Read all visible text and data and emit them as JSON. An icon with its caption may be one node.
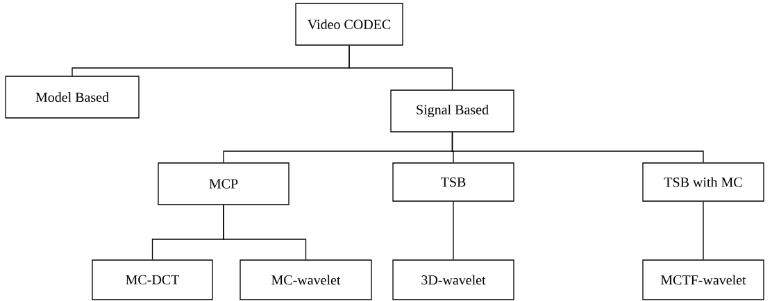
{
  "diagram": {
    "nodes": [
      {
        "text": [
          "Video CODEC"
        ]
      },
      {
        "text": [
          "Model Based"
        ]
      },
      {
        "text": [
          "Signal Based"
        ]
      },
      {
        "text": [
          "MCP"
        ]
      },
      {
        "text": [
          "TSB"
        ]
      },
      {
        "text": [
          "TSB with MC"
        ]
      },
      {
        "text": [
          "MC-DCT"
        ]
      },
      {
        "text": [
          "MC-wavelet"
        ]
      },
      {
        "text": [
          "3D-wavelet"
        ]
      },
      {
        "text": [
          "MCTF-wavelet"
        ]
      }
    ],
    "edges": [
      {
        "from": 0,
        "to": 1,
        "arrow": "none"
      },
      {
        "from": 0,
        "to": 2,
        "arrow": "none"
      },
      {
        "from": 2,
        "to": 3,
        "arrow": "none"
      },
      {
        "from": 2,
        "to": 4,
        "arrow": "none"
      },
      {
        "from": 2,
        "to": 5,
        "arrow": "none"
      },
      {
        "from": 3,
        "to": 6,
        "arrow": "none"
      },
      {
        "from": 3,
        "to": 7,
        "arrow": "none"
      },
      {
        "from": 4,
        "to": 8,
        "arrow": "none"
      },
      {
        "from": 5,
        "to": 9,
        "arrow": "none"
      }
    ]
  }
}
